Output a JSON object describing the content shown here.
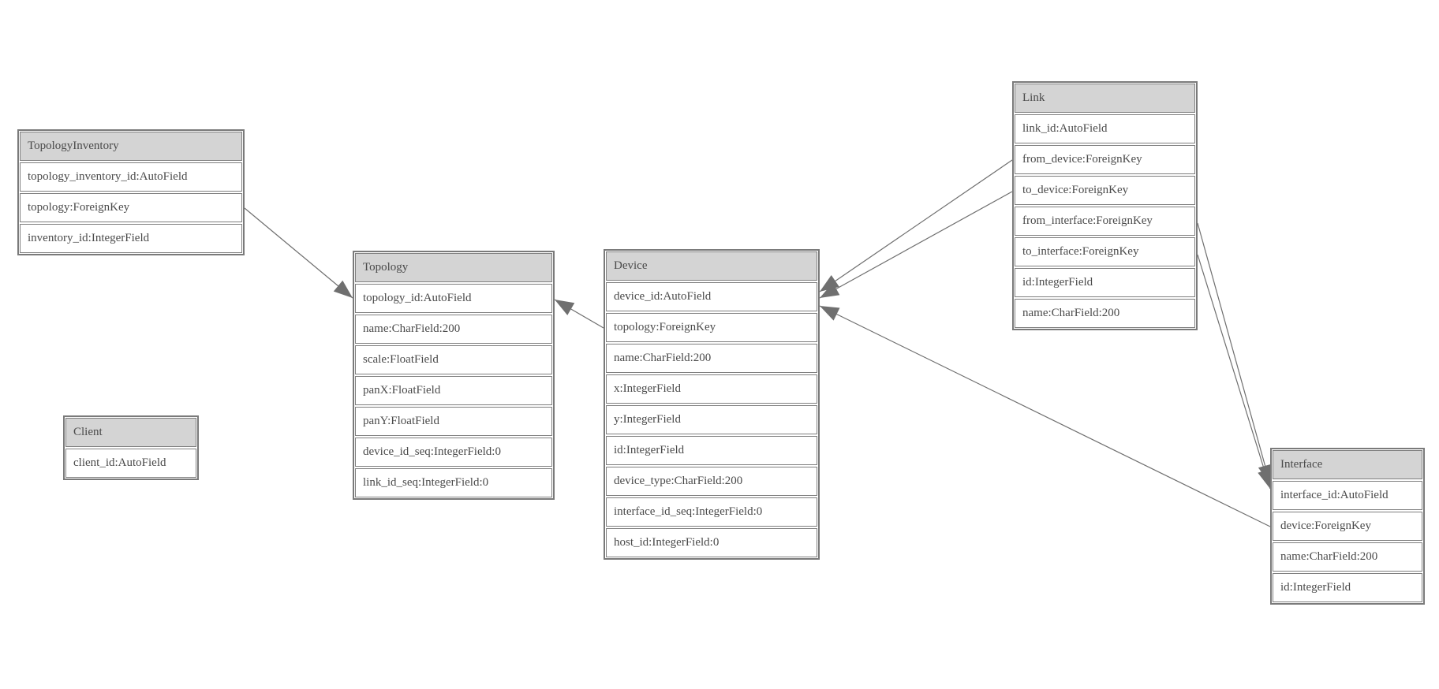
{
  "diagram": {
    "kind": "entity-relationship-model-graph",
    "background": "#ffffff"
  },
  "colors": {
    "header_fill": "#d4d4d4",
    "cell_border": "#7f7f7f",
    "outer_border": "#7a7a7a",
    "text": "#4a4a4a",
    "edge": "#6f6f6f"
  },
  "entities": [
    {
      "name": "TopologyInventory",
      "fields": [
        "topology_inventory_id:AutoField",
        "topology:ForeignKey",
        "inventory_id:IntegerField"
      ]
    },
    {
      "name": "Topology",
      "fields": [
        "topology_id:AutoField",
        "name:CharField:200",
        "scale:FloatField",
        "panX:FloatField",
        "panY:FloatField",
        "device_id_seq:IntegerField:0",
        "link_id_seq:IntegerField:0"
      ]
    },
    {
      "name": "Client",
      "fields": [
        "client_id:AutoField"
      ]
    },
    {
      "name": "Device",
      "fields": [
        "device_id:AutoField",
        "topology:ForeignKey",
        "name:CharField:200",
        "x:IntegerField",
        "y:IntegerField",
        "id:IntegerField",
        "device_type:CharField:200",
        "interface_id_seq:IntegerField:0",
        "host_id:IntegerField:0"
      ]
    },
    {
      "name": "Link",
      "fields": [
        "link_id:AutoField",
        "from_device:ForeignKey",
        "to_device:ForeignKey",
        "from_interface:ForeignKey",
        "to_interface:ForeignKey",
        "id:IntegerField",
        "name:CharField:200"
      ]
    },
    {
      "name": "Interface",
      "fields": [
        "interface_id:AutoField",
        "device:ForeignKey",
        "name:CharField:200",
        "id:IntegerField"
      ]
    }
  ],
  "relationships": [
    {
      "from_entity": "TopologyInventory",
      "from_field": "topology:ForeignKey",
      "to_entity": "Topology",
      "to_field": "topology_id:AutoField"
    },
    {
      "from_entity": "Device",
      "from_field": "topology:ForeignKey",
      "to_entity": "Topology",
      "to_field": "topology_id:AutoField"
    },
    {
      "from_entity": "Link",
      "from_field": "from_device:ForeignKey",
      "to_entity": "Device",
      "to_field": "device_id:AutoField"
    },
    {
      "from_entity": "Link",
      "from_field": "to_device:ForeignKey",
      "to_entity": "Device",
      "to_field": "device_id:AutoField"
    },
    {
      "from_entity": "Interface",
      "from_field": "device:ForeignKey",
      "to_entity": "Device",
      "to_field": "device_id:AutoField"
    },
    {
      "from_entity": "Link",
      "from_field": "from_interface:ForeignKey",
      "to_entity": "Interface",
      "to_field": "interface_id:AutoField"
    },
    {
      "from_entity": "Link",
      "from_field": "to_interface:ForeignKey",
      "to_entity": "Interface",
      "to_field": "interface_id:AutoField"
    }
  ]
}
